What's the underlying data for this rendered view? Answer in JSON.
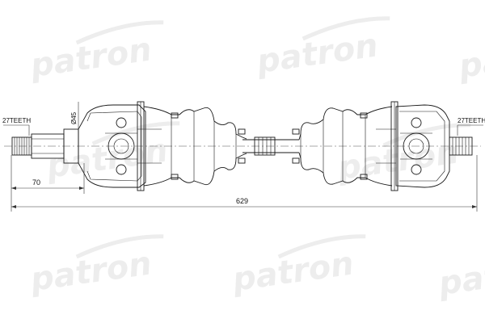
{
  "watermark": {
    "brand": "patron",
    "is_logo": true
  },
  "diagram": {
    "left_spline_label": "27TEETH",
    "right_spline_label": "27TEETH",
    "diameter_label": "Ø45",
    "left_offset_label": "70",
    "overall_length_label": "629"
  },
  "colors": {
    "line": "#1a1a1a",
    "watermark": "#ededed",
    "background": "#ffffff"
  }
}
